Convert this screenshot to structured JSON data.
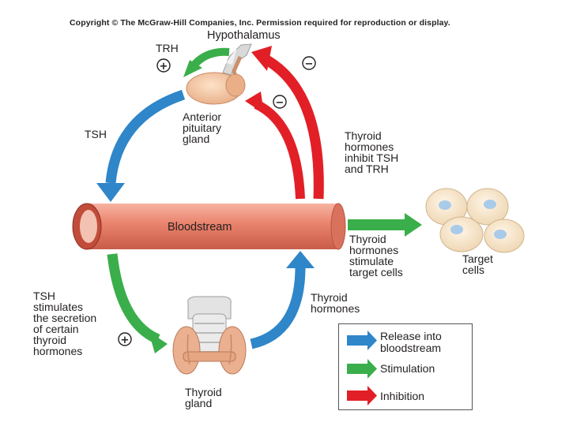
{
  "copyright": "Copyright © The McGraw-Hill Companies, Inc. Permission required for reproduction or display.",
  "labels": {
    "hypothalamus": "Hypothalamus",
    "trh": "TRH",
    "anterior_pituitary": "Anterior\npituitary\ngland",
    "tsh": "TSH",
    "thyroid_inhibit": "Thyroid\nhormones\ninhibit TSH\nand TRH",
    "bloodstream": "Bloodstream",
    "thyroid_stimulate": "Thyroid\nhormones\nstimulate\ntarget cells",
    "target_cells": "Target\ncells",
    "tsh_stimulates": "TSH\nstimulates\nthe secretion\nof certain\nthyroid\nhormones",
    "thyroid_hormones": "Thyroid\nhormones",
    "thyroid_gland": "Thyroid\ngland"
  },
  "signs": {
    "plus": "+",
    "minus": "−"
  },
  "legend": [
    {
      "label": "Release into\nbloodstream",
      "color": "#2f86c9"
    },
    {
      "label": "Stimulation",
      "color": "#3aae4a"
    },
    {
      "label": "Inhibition",
      "color": "#e21f26"
    }
  ],
  "colors": {
    "release": "#2f86c9",
    "stimulation": "#3aae4a",
    "inhibition": "#e21f26",
    "vessel": "#e9826c",
    "cell": "#f6e2c4",
    "nucleus": "#a9cbe9"
  }
}
